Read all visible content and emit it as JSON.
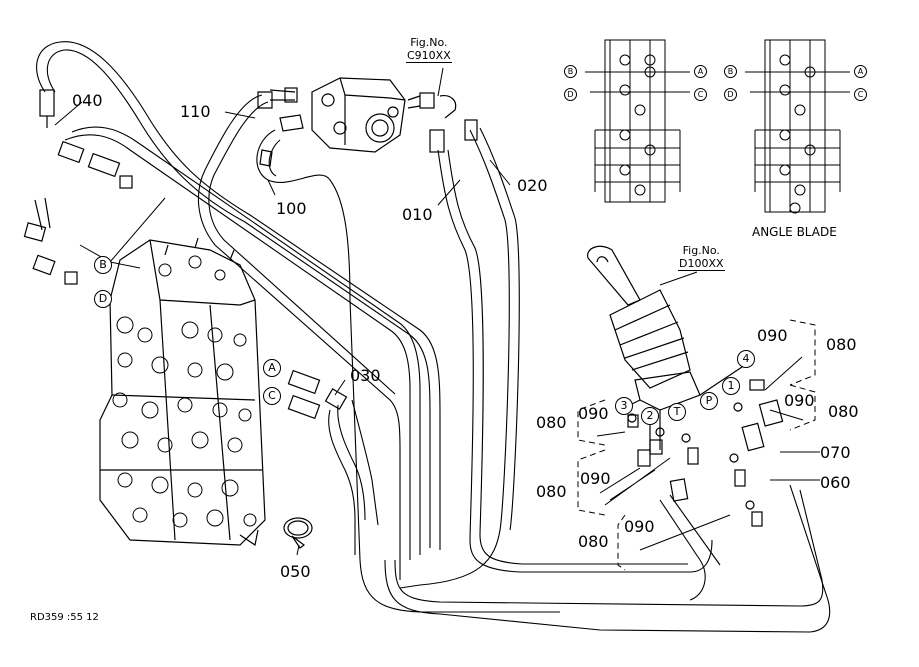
{
  "figure_refs": [
    {
      "label": "Fig.No.",
      "code": "C910XX"
    },
    {
      "label": "Fig.No.",
      "code": "D100XX"
    }
  ],
  "part_numbers": {
    "p010": "010",
    "p020": "020",
    "p030": "030",
    "p040": "040",
    "p050": "050",
    "p060": "060",
    "p070": "070",
    "p080": "080",
    "p090": "090",
    "p100": "100",
    "p110": "110"
  },
  "connection_markers": {
    "A": "A",
    "B": "B",
    "C": "C",
    "D": "D"
  },
  "port_markers": {
    "p1": "1",
    "p2": "2",
    "p3": "3",
    "p4": "4",
    "T": "T",
    "P": "P"
  },
  "captions": {
    "angle_blade": "ANGLE BLADE",
    "drawing_id": "RD359 :55 12"
  }
}
